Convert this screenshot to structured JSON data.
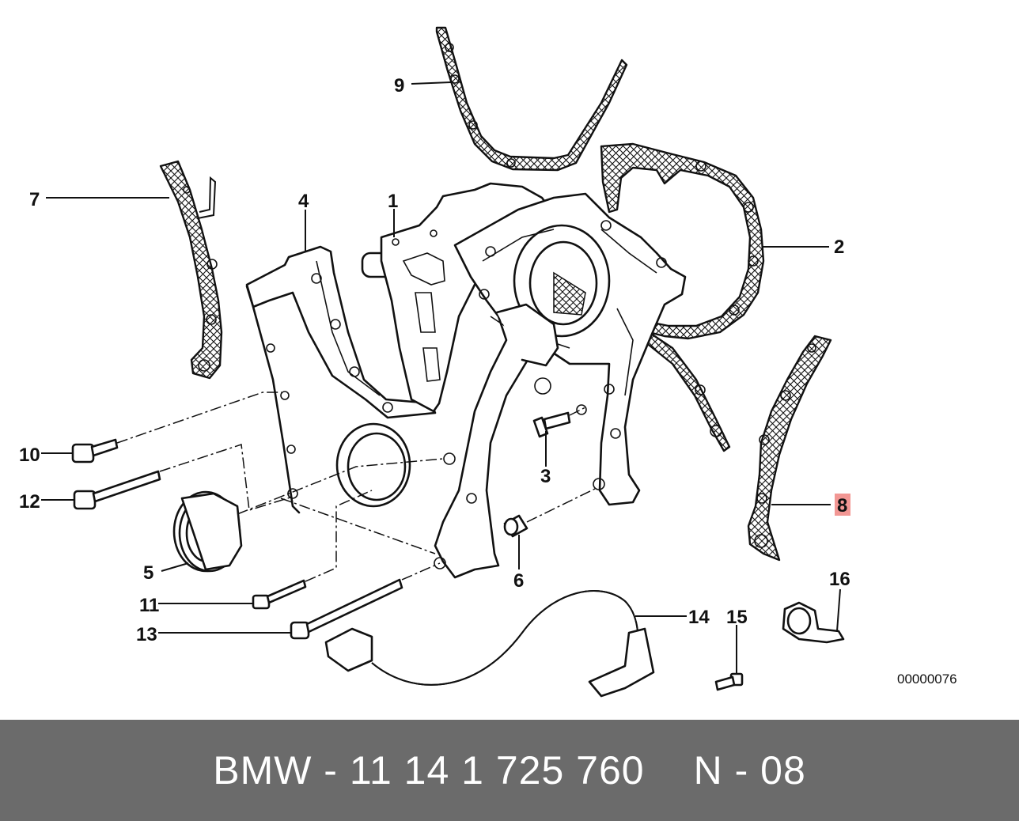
{
  "diagram": {
    "callouts": {
      "c1": "1",
      "c2": "2",
      "c3": "3",
      "c4": "4",
      "c5": "5",
      "c6": "6",
      "c7": "7",
      "c8": "8",
      "c9": "9",
      "c10": "10",
      "c11": "11",
      "c12": "12",
      "c13": "13",
      "c14": "14",
      "c15": "15",
      "c16": "16"
    },
    "highlighted_callout": "8",
    "image_code": "00000076"
  },
  "footer": {
    "part_number": "BMW - 11 14 1 725 760",
    "diagram_ref": "N - 08"
  },
  "colors": {
    "footer_bg": "#6b6b6b",
    "highlight": "#e8413c",
    "line": "#111111"
  }
}
